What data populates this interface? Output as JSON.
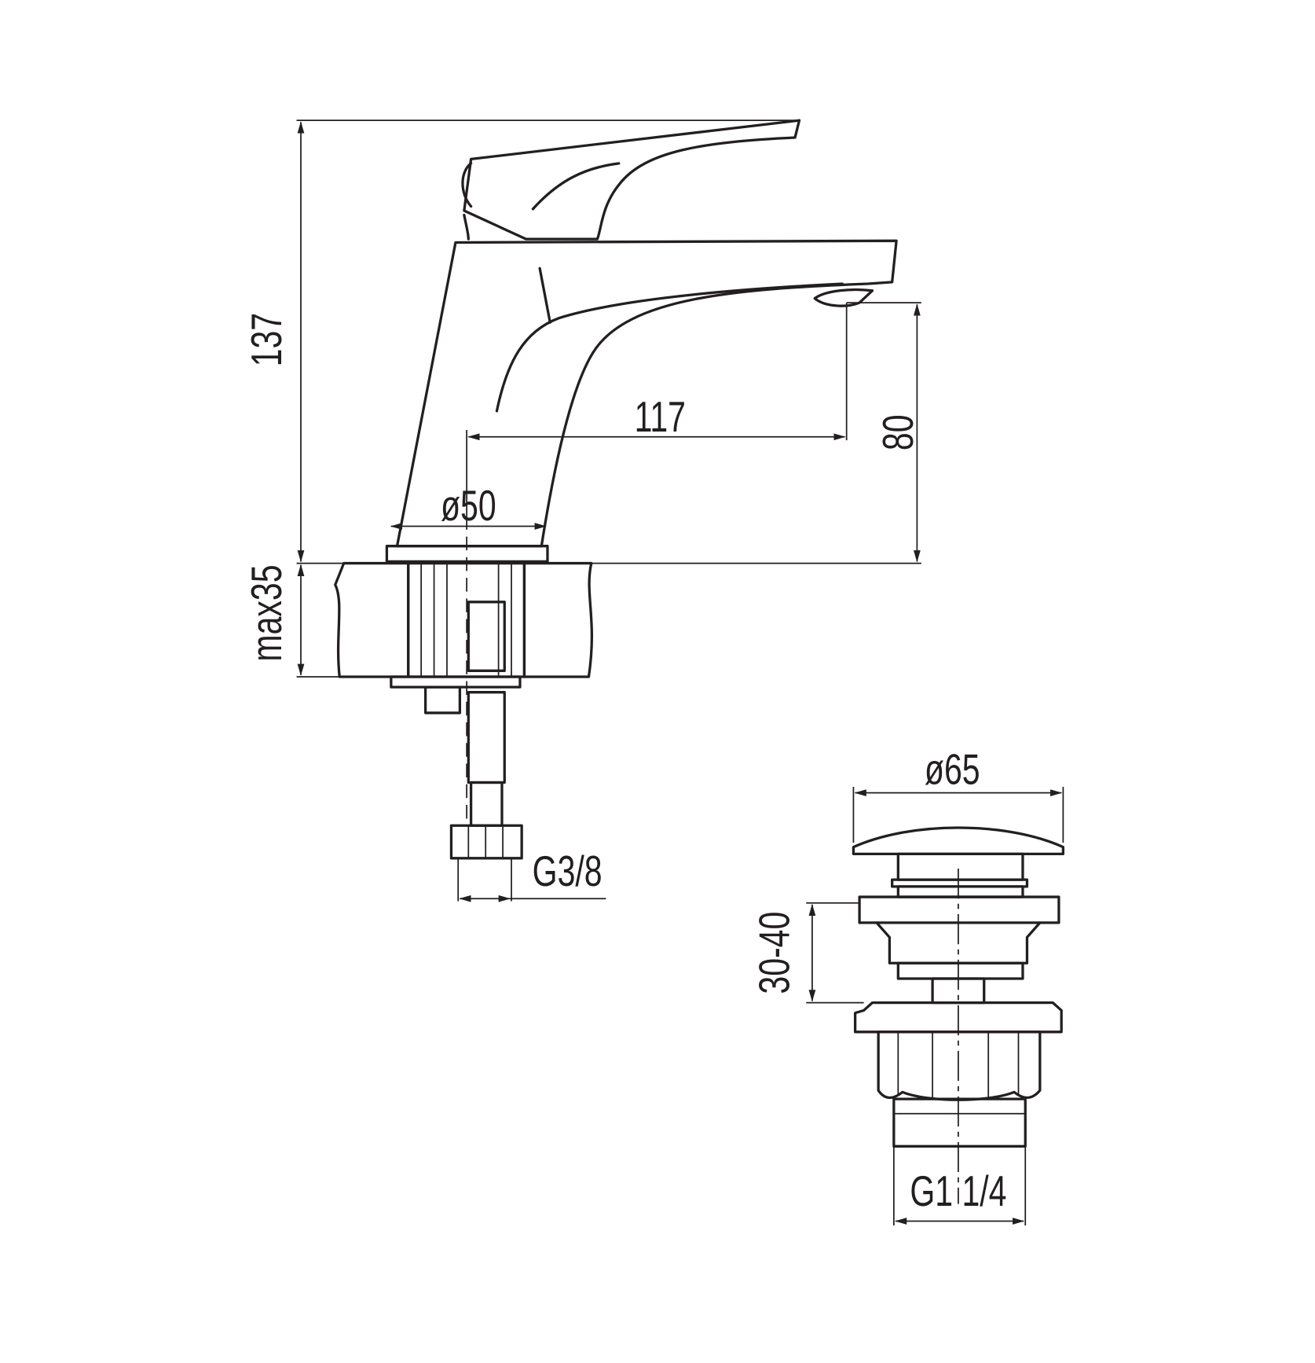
{
  "drawing": {
    "faucet": {
      "height": "137",
      "reach": "117",
      "spout_height": "80",
      "base_diameter": "ø50",
      "max_counter_thickness": "max35",
      "connection_thread": "G3/8"
    },
    "waste": {
      "cap_diameter": "ø65",
      "basin_thickness_range": "30-40",
      "thread": "G1 1/4"
    },
    "colors": {
      "line": "#231f20",
      "background": "#ffffff"
    }
  }
}
